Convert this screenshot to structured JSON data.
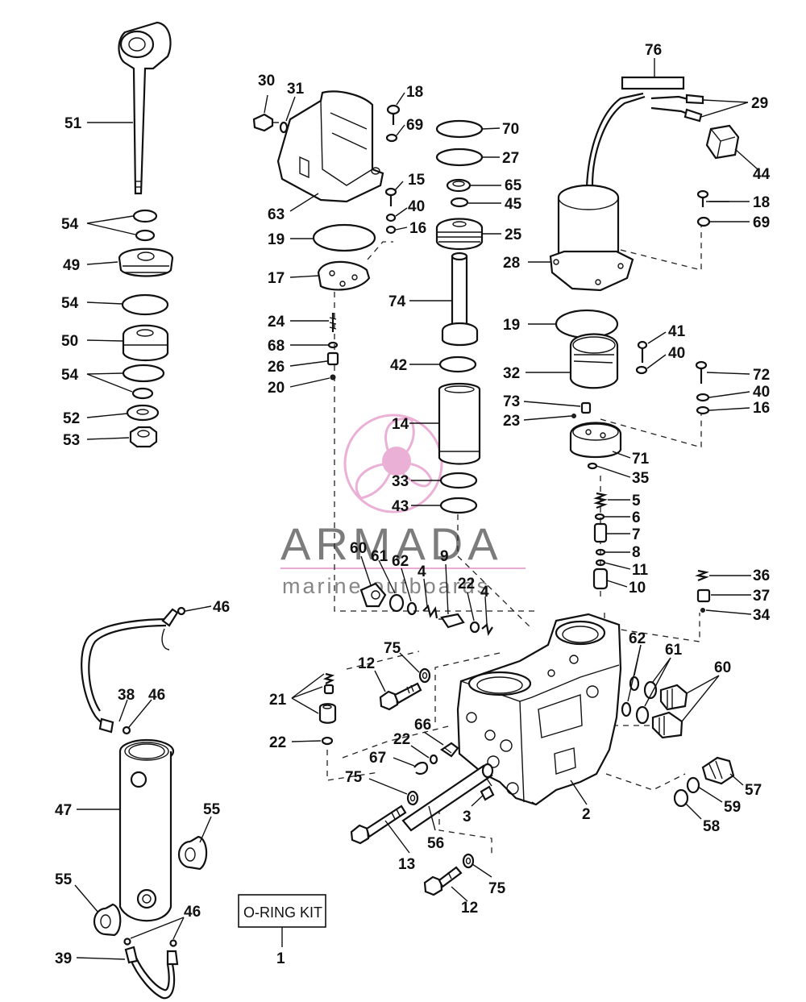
{
  "watermark": {
    "brand": "ARMADA",
    "tagline": "marine outboards",
    "accent_color": "#e8a3cf"
  },
  "kit_box": {
    "label": "O-RING KIT",
    "callout": "1"
  },
  "callouts": [
    {
      "id": "51"
    },
    {
      "id": "54"
    },
    {
      "id": "49"
    },
    {
      "id": "54"
    },
    {
      "id": "50"
    },
    {
      "id": "54"
    },
    {
      "id": "52"
    },
    {
      "id": "53"
    },
    {
      "id": "30"
    },
    {
      "id": "31"
    },
    {
      "id": "18"
    },
    {
      "id": "69"
    },
    {
      "id": "63"
    },
    {
      "id": "15"
    },
    {
      "id": "40"
    },
    {
      "id": "16"
    },
    {
      "id": "19"
    },
    {
      "id": "17"
    },
    {
      "id": "24"
    },
    {
      "id": "68"
    },
    {
      "id": "26"
    },
    {
      "id": "20"
    },
    {
      "id": "70"
    },
    {
      "id": "27"
    },
    {
      "id": "65"
    },
    {
      "id": "45"
    },
    {
      "id": "25"
    },
    {
      "id": "74"
    },
    {
      "id": "42"
    },
    {
      "id": "14"
    },
    {
      "id": "33"
    },
    {
      "id": "43"
    },
    {
      "id": "76"
    },
    {
      "id": "29"
    },
    {
      "id": "44"
    },
    {
      "id": "18"
    },
    {
      "id": "69"
    },
    {
      "id": "28"
    },
    {
      "id": "19"
    },
    {
      "id": "41"
    },
    {
      "id": "40"
    },
    {
      "id": "32"
    },
    {
      "id": "72"
    },
    {
      "id": "40"
    },
    {
      "id": "16"
    },
    {
      "id": "73"
    },
    {
      "id": "23"
    },
    {
      "id": "71"
    },
    {
      "id": "35"
    },
    {
      "id": "5"
    },
    {
      "id": "6"
    },
    {
      "id": "7"
    },
    {
      "id": "8"
    },
    {
      "id": "11"
    },
    {
      "id": "10"
    },
    {
      "id": "36"
    },
    {
      "id": "37"
    },
    {
      "id": "34"
    },
    {
      "id": "60"
    },
    {
      "id": "61"
    },
    {
      "id": "62"
    },
    {
      "id": "4"
    },
    {
      "id": "9"
    },
    {
      "id": "22"
    },
    {
      "id": "4"
    },
    {
      "id": "46"
    },
    {
      "id": "38"
    },
    {
      "id": "46"
    },
    {
      "id": "47"
    },
    {
      "id": "55"
    },
    {
      "id": "55"
    },
    {
      "id": "46"
    },
    {
      "id": "39"
    },
    {
      "id": "21"
    },
    {
      "id": "22"
    },
    {
      "id": "12"
    },
    {
      "id": "75"
    },
    {
      "id": "66"
    },
    {
      "id": "22"
    },
    {
      "id": "67"
    },
    {
      "id": "75"
    },
    {
      "id": "13"
    },
    {
      "id": "56"
    },
    {
      "id": "3"
    },
    {
      "id": "2"
    },
    {
      "id": "12"
    },
    {
      "id": "75"
    },
    {
      "id": "62"
    },
    {
      "id": "61"
    },
    {
      "id": "60"
    },
    {
      "id": "57"
    },
    {
      "id": "59"
    },
    {
      "id": "58"
    }
  ]
}
